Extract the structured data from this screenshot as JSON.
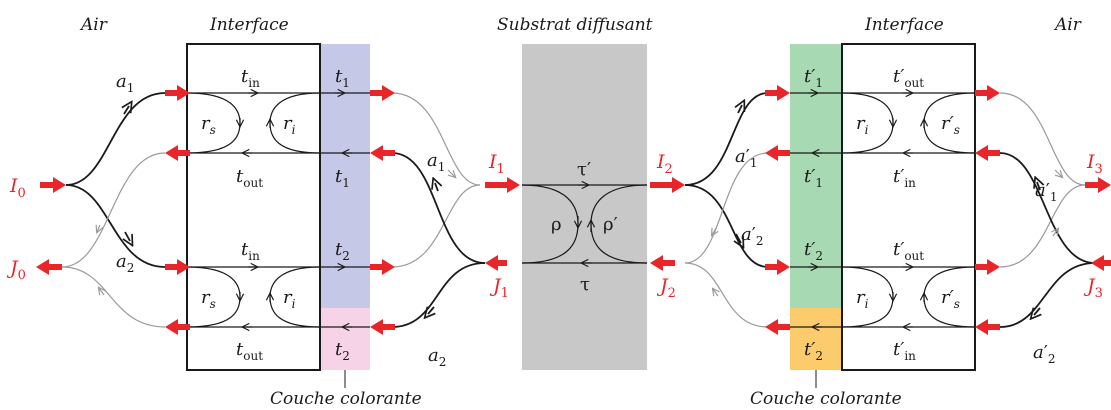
{
  "colors": {
    "red": "#e8262a",
    "blue_layer": "#c5c8e6",
    "pink_layer": "#f6d3e6",
    "green_layer": "#a7d9b2",
    "orange_layer": "#fbcb6c",
    "substrate": "#c8c8c8",
    "gray_path": "#9a9a9a",
    "black": "#1a1a1a"
  },
  "labels": {
    "air_left": "Air",
    "air_right": "Air",
    "interface_left": "Interface",
    "interface_right": "Interface",
    "substrate_title": "Substrat diffusant",
    "couche_left": "Couche colorante",
    "couche_right": "Couche colorante"
  },
  "symbols": {
    "I0": "I",
    "I0_sub": "0",
    "J0": "J",
    "J0_sub": "0",
    "I1": "I",
    "I1_sub": "1",
    "J1": "J",
    "J1_sub": "1",
    "I2": "I",
    "I2_sub": "2",
    "J2": "J",
    "J2_sub": "2",
    "I3": "I",
    "I3_sub": "3",
    "J3": "J",
    "J3_sub": "3",
    "a1_left": "a",
    "a1_left_sub": "1",
    "a2_left": "a",
    "a2_left_sub": "2",
    "a1_mid": "a",
    "a1_mid_sub": "1",
    "a2_mid": "a",
    "a2_mid_sub": "2",
    "a1_prime_mid": "a",
    "a1_prime_mid_sub": "1",
    "a2_prime_mid": "a",
    "a2_prime_mid_sub": "2",
    "a1_prime_right": "a",
    "a1_prime_right_sub": "1",
    "a2_prime_right": "a",
    "a2_prime_right_sub": "2",
    "tin_top": "t",
    "tin_top_sub": "in",
    "tout_top": "t",
    "tout_top_sub": "out",
    "tin_bottom": "t",
    "tin_bottom_sub": "in",
    "tout_bottom": "t",
    "tout_bottom_sub": "out",
    "rs_top": "r",
    "rs_top_sub": "s",
    "ri_top": "r",
    "ri_top_sub": "i",
    "rs_bottom": "r",
    "rs_bottom_sub": "s",
    "ri_bottom": "r",
    "ri_bottom_sub": "i",
    "t1_top": "t",
    "t1_top_sub": "1",
    "t1_bottom": "t",
    "t1_bottom_sub": "1",
    "t2_top": "t",
    "t2_top_sub": "2",
    "t2_bottom": "t",
    "t2_bottom_sub": "2",
    "tau_prime": "τ′",
    "tau": "τ",
    "rho": "ρ",
    "rho_prime": "ρ′",
    "t1p_top": "t′",
    "t1p_top_sub": "1",
    "t1p_bottom": "t′",
    "t1p_bottom_sub": "1",
    "t2p_top": "t′",
    "t2p_top_sub": "2",
    "t2p_bottom": "t′",
    "t2p_bottom_sub": "2",
    "toutp_top": "t′",
    "toutp_top_sub": "out",
    "tinp_top": "t′",
    "tinp_top_sub": "in",
    "toutp_bottom": "t′",
    "toutp_bottom_sub": "out",
    "tinp_bottom": "t′",
    "tinp_bottom_sub": "in",
    "ri_r_top": "r",
    "ri_r_top_sub": "i",
    "rsp_r_top": "r′",
    "rsp_r_top_sub": "s",
    "ri_r_bottom": "r",
    "ri_r_bottom_sub": "i",
    "rsp_r_bottom": "r′",
    "rsp_r_bottom_sub": "s"
  }
}
